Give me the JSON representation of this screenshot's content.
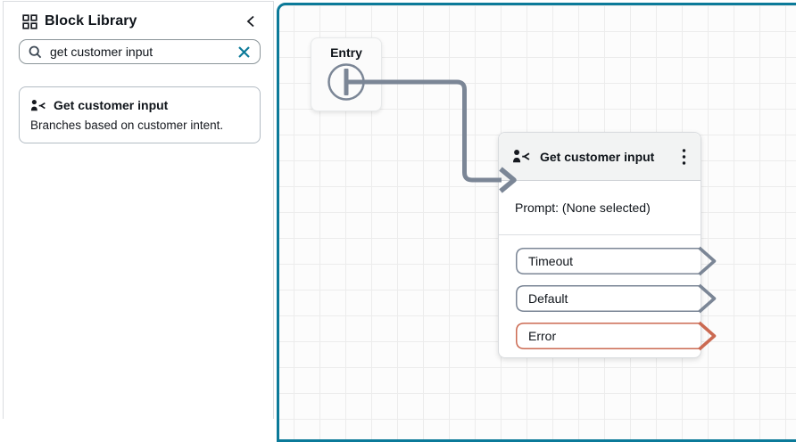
{
  "sidebar": {
    "title": "Block Library",
    "search": {
      "value": "get customer input"
    },
    "result_card": {
      "title": "Get customer input",
      "description": "Branches based on customer intent."
    }
  },
  "canvas": {
    "entry": {
      "title": "Entry"
    },
    "block": {
      "title": "Get customer input",
      "prompt": "Prompt: (None selected)",
      "branches": [
        {
          "label": "Timeout",
          "kind": "normal"
        },
        {
          "label": "Default",
          "kind": "normal"
        },
        {
          "label": "Error",
          "kind": "error"
        }
      ]
    }
  },
  "icons": {
    "sidebar_header": "blocks-grid-icon",
    "collapse": "chevron-left-icon",
    "search": "search-icon",
    "clear": "close-icon",
    "block_type": "customer-intent-icon",
    "block_menu": "kebab-menu-icon",
    "entry_port": "entry-port-icon"
  },
  "colors": {
    "accent": "#0b7a99",
    "connector": "#7b8696",
    "error": "#cb6a52",
    "text": "#0f141a"
  }
}
